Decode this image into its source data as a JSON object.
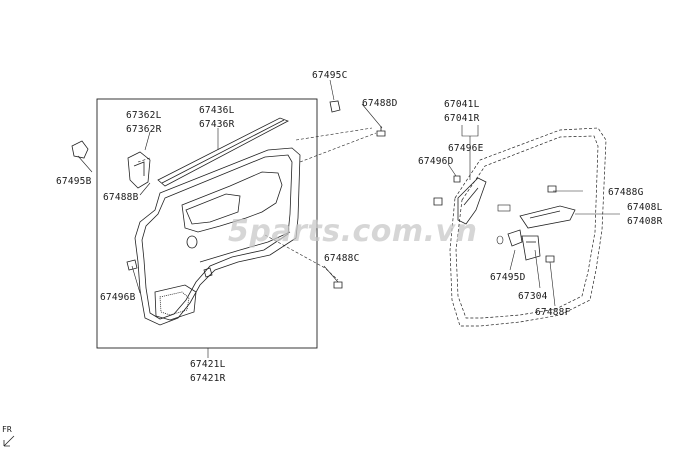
{
  "diagram": {
    "watermark": "5parts.com.vn",
    "direction_marker": "FR",
    "parts": [
      {
        "id": "p1",
        "code": "67495C"
      },
      {
        "id": "p2",
        "code": "67488D"
      },
      {
        "id": "p3a",
        "code": "67362L"
      },
      {
        "id": "p3b",
        "code": "67362R"
      },
      {
        "id": "p4a",
        "code": "67436L"
      },
      {
        "id": "p4b",
        "code": "67436R"
      },
      {
        "id": "p5",
        "code": "67495B"
      },
      {
        "id": "p6",
        "code": "67488B"
      },
      {
        "id": "p7",
        "code": "67496B"
      },
      {
        "id": "p8",
        "code": "67488C"
      },
      {
        "id": "p9a",
        "code": "67421L"
      },
      {
        "id": "p9b",
        "code": "67421R"
      },
      {
        "id": "p10a",
        "code": "67041L"
      },
      {
        "id": "p10b",
        "code": "67041R"
      },
      {
        "id": "p11",
        "code": "67496E"
      },
      {
        "id": "p12",
        "code": "67496D"
      },
      {
        "id": "p13",
        "code": "67488G"
      },
      {
        "id": "p14a",
        "code": "67408L"
      },
      {
        "id": "p14b",
        "code": "67408R"
      },
      {
        "id": "p15",
        "code": "67495D"
      },
      {
        "id": "p16",
        "code": "67304"
      },
      {
        "id": "p17",
        "code": "67488F"
      }
    ]
  }
}
